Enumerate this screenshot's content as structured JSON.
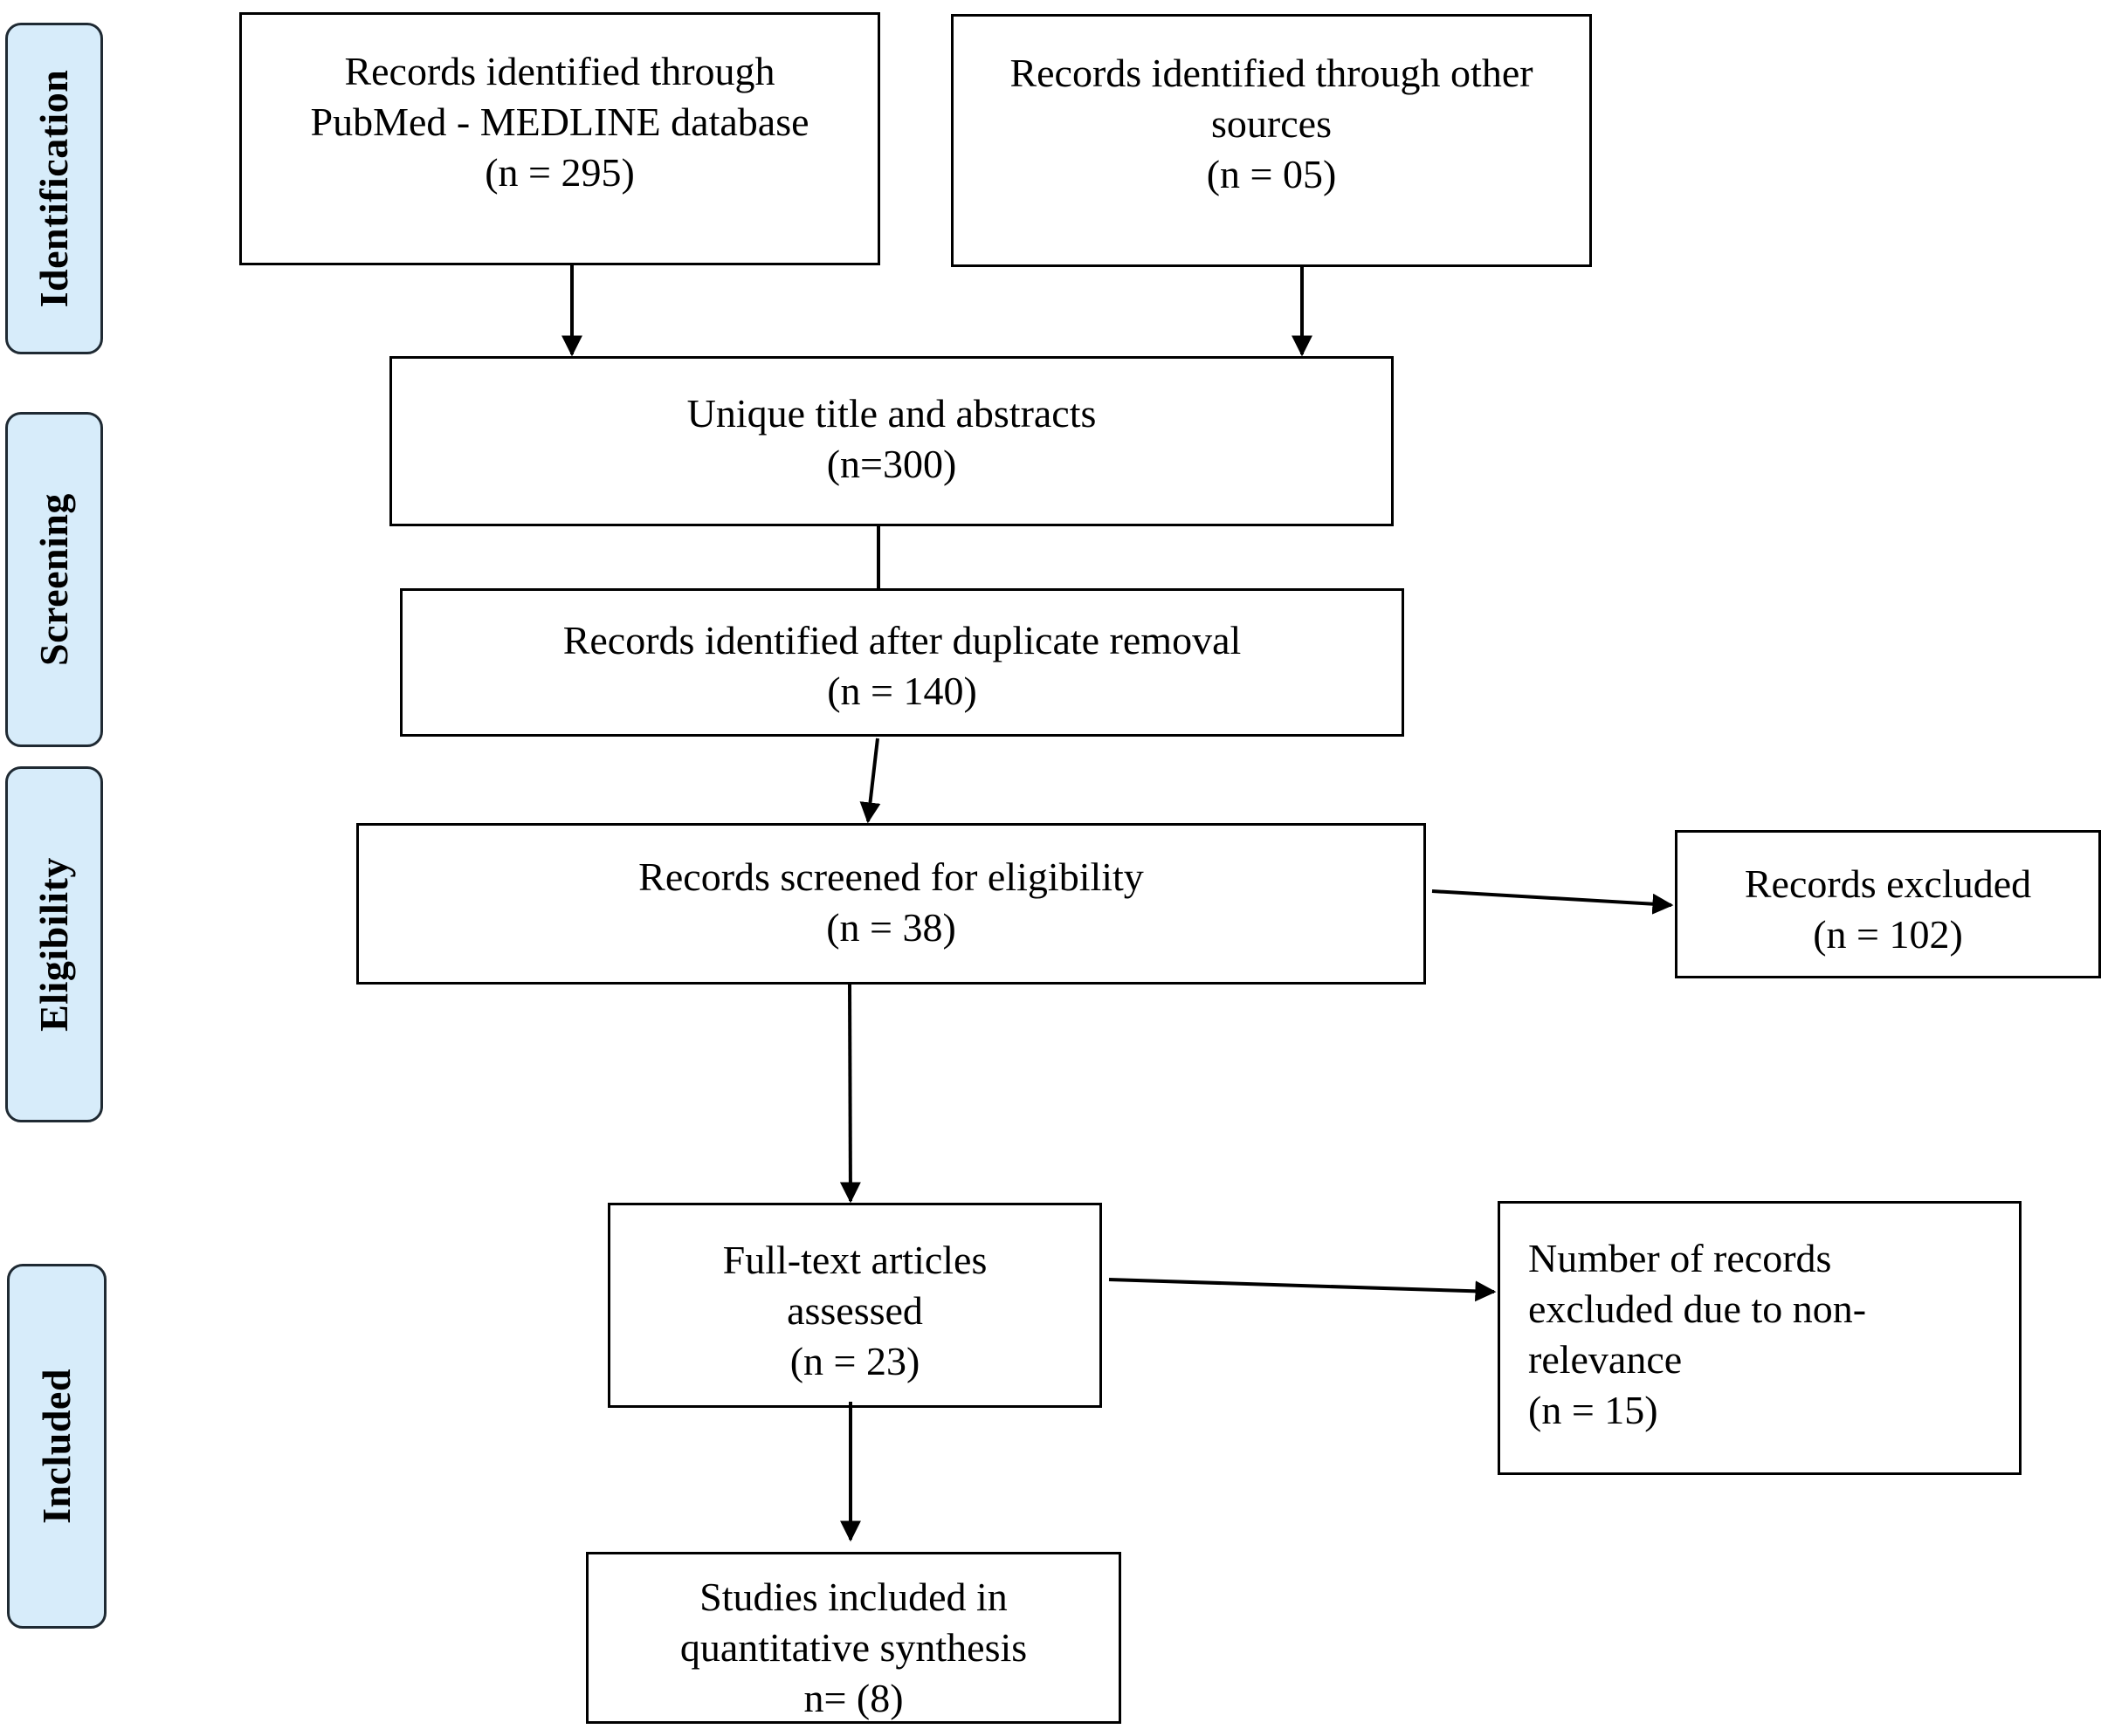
{
  "stages": {
    "identification": "Identification",
    "screening": "Screening",
    "eligibility": "Eligibility",
    "included": "Included"
  },
  "boxes": {
    "pubmed": [
      "Records identified through",
      "PubMed - MEDLINE database",
      "(n = 295)"
    ],
    "other_sources": [
      "Records identified through other",
      "sources",
      "(n = 05)"
    ],
    "unique": [
      "Unique title and abstracts",
      "(n=300)"
    ],
    "after_duplicates": [
      "Records identified after duplicate removal",
      "(n = 140)"
    ],
    "screened": [
      "Records screened for eligibility",
      "(n = 38)"
    ],
    "excluded": [
      "Records excluded",
      "(n = 102)"
    ],
    "fulltext": [
      "Full-text articles",
      "assessed",
      "(n = 23)"
    ],
    "nonrelevance": [
      "Number of records",
      "excluded due to non-",
      "relevance",
      "(n = 15)"
    ],
    "included_studies": [
      "Studies included in",
      "quantitative synthesis",
      "n= (8)"
    ]
  }
}
